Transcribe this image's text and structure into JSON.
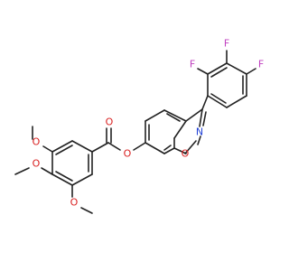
{
  "molecule": {
    "colors": {
      "carbon": "#222222",
      "oxygen": "#d92020",
      "nitrogen": "#1f3fd6",
      "fluorine": "#c040c0",
      "background": "#ffffff"
    },
    "atoms": {
      "F1": "F",
      "F2": "F",
      "F3": "F",
      "N": "N",
      "O_ring": "O",
      "O_ester_single": "O",
      "O_ester_carbonyl": "O",
      "O_methoxy_1": "O",
      "O_methoxy_2": "O",
      "O_methoxy_3": "O"
    }
  }
}
